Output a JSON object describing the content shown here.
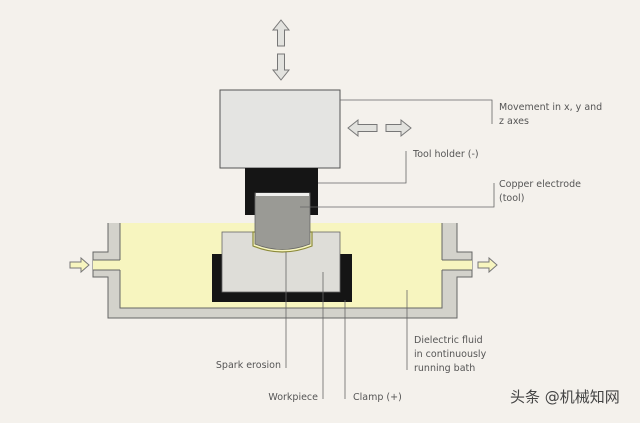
{
  "labels": {
    "movement": [
      "Movement in x, y and",
      "z axes"
    ],
    "tool_holder": "Tool holder (-)",
    "copper_electrode": [
      "Copper electrode",
      "(tool)"
    ],
    "spark_erosion": "Spark erosion",
    "workpiece": "Workpiece",
    "clamp": "Clamp (+)",
    "dielectric": [
      "Dielectric fluid",
      "in continuously",
      "running bath"
    ]
  },
  "watermark": "头条 @机械知网",
  "colors": {
    "fluid": "#f7f5bf",
    "tank": "#d3d2cb",
    "holder": "#151515",
    "electrode": "#9a9a95",
    "block": "#e4e4e2",
    "gap": "#8c8a3a"
  }
}
